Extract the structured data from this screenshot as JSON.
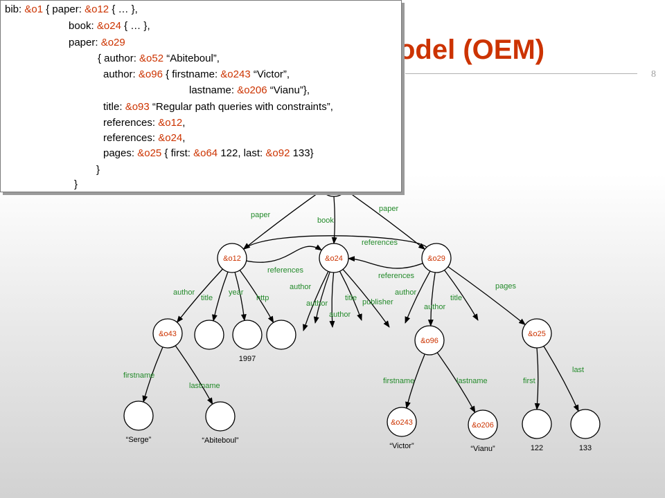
{
  "slide": {
    "title": "odel (OEM)",
    "page_number": "8"
  },
  "popup": {
    "lines": [
      [
        {
          "t": "bib: "
        },
        {
          "t": "&o1",
          "c": "oid"
        },
        {
          "t": " { paper: "
        },
        {
          "t": "&o12",
          "c": "oid"
        },
        {
          "t": " { … },"
        }
      ],
      [
        {
          "t": "book:  "
        },
        {
          "t": "&o24",
          "c": "oid"
        },
        {
          "t": " { … },"
        }
      ],
      [
        {
          "t": "paper: "
        },
        {
          "t": "&o29",
          "c": "oid"
        }
      ],
      [
        {
          "t": "{ author: "
        },
        {
          "t": "&o52",
          "c": "oid"
        },
        {
          "t": " “Abiteboul”,"
        }
      ],
      [
        {
          "t": "author: "
        },
        {
          "t": "&o96",
          "c": "oid"
        },
        {
          "t": " { firstname: "
        },
        {
          "t": "&o243",
          "c": "oid"
        },
        {
          "t": " “Victor”,"
        }
      ],
      [
        {
          "t": "lastname: "
        },
        {
          "t": "&o206",
          "c": "oid"
        },
        {
          "t": " “Vianu”},"
        }
      ],
      [
        {
          "t": "title: "
        },
        {
          "t": "&o93",
          "c": "oid"
        },
        {
          "t": " “Regular path queries with constraints”,"
        }
      ],
      [
        {
          "t": "references: "
        },
        {
          "t": "&o12",
          "c": "oid"
        },
        {
          "t": ","
        }
      ],
      [
        {
          "t": "references: "
        },
        {
          "t": "&o24",
          "c": "oid"
        },
        {
          "t": ","
        }
      ],
      [
        {
          "t": "pages: "
        },
        {
          "t": "&o25",
          "c": "oid"
        },
        {
          "t": " { first: "
        },
        {
          "t": "&o64",
          "c": "oid"
        },
        {
          "t": " 122, last: "
        },
        {
          "t": "&o92",
          "c": "oid"
        },
        {
          "t": " 133}"
        }
      ],
      [
        {
          "t": "}"
        }
      ],
      [
        {
          "t": "}"
        }
      ]
    ]
  },
  "graph": {
    "nodes": [
      {
        "id": "root",
        "label": ""
      },
      {
        "id": "o12",
        "label": "&o12"
      },
      {
        "id": "o24",
        "label": "&o24"
      },
      {
        "id": "o29",
        "label": "&o29"
      },
      {
        "id": "o43",
        "label": "&o43"
      },
      {
        "id": "n_title12",
        "label": ""
      },
      {
        "id": "n_year",
        "label": "",
        "value": "1997"
      },
      {
        "id": "n_http",
        "label": ""
      },
      {
        "id": "o96",
        "label": "&o96"
      },
      {
        "id": "o25",
        "label": "&o25"
      },
      {
        "id": "n_serge",
        "label": "",
        "value": "“Serge”"
      },
      {
        "id": "n_abit",
        "label": "",
        "value": "“Abiteboul”"
      },
      {
        "id": "o243",
        "label": "&o243",
        "value": "“Victor”"
      },
      {
        "id": "o206",
        "label": "&o206",
        "value": "“Vianu”"
      },
      {
        "id": "n_first",
        "label": "",
        "value": "122"
      },
      {
        "id": "n_last",
        "label": "",
        "value": "133"
      }
    ],
    "edges": [
      {
        "from": "root",
        "to": "o12",
        "label": "paper"
      },
      {
        "from": "root",
        "to": "o24",
        "label": "book"
      },
      {
        "from": "root",
        "to": "o29",
        "label": "paper"
      },
      {
        "from": "o29",
        "to": "o12",
        "label": "references"
      },
      {
        "from": "o12",
        "to": "o24",
        "label": "references"
      },
      {
        "from": "o29",
        "to": "o24",
        "label": "references"
      },
      {
        "from": "o12",
        "to": "o43",
        "label": "author"
      },
      {
        "from": "o12",
        "to": "n_title12",
        "label": "title"
      },
      {
        "from": "o12",
        "to": "n_year",
        "label": "year"
      },
      {
        "from": "o12",
        "to": "n_http",
        "label": "http"
      },
      {
        "from": "o24",
        "to": "off1",
        "label": "author"
      },
      {
        "from": "o24",
        "to": "off2",
        "label": "author"
      },
      {
        "from": "o24",
        "to": "off3",
        "label": "author"
      },
      {
        "from": "o24",
        "to": "off4",
        "label": "title"
      },
      {
        "from": "o24",
        "to": "off5",
        "label": "publisher"
      },
      {
        "from": "o29",
        "to": "off6",
        "label": "author"
      },
      {
        "from": "o29",
        "to": "o96",
        "label": "author"
      },
      {
        "from": "o29",
        "to": "off7",
        "label": "title"
      },
      {
        "from": "o29",
        "to": "o25",
        "label": "pages"
      },
      {
        "from": "o43",
        "to": "n_serge",
        "label": "firstname"
      },
      {
        "from": "o43",
        "to": "n_abit",
        "label": "lastname"
      },
      {
        "from": "o96",
        "to": "o243",
        "label": "firstname"
      },
      {
        "from": "o96",
        "to": "o206",
        "label": "lastname"
      },
      {
        "from": "o25",
        "to": "n_first",
        "label": "first"
      },
      {
        "from": "o25",
        "to": "n_last",
        "label": "last"
      }
    ]
  }
}
